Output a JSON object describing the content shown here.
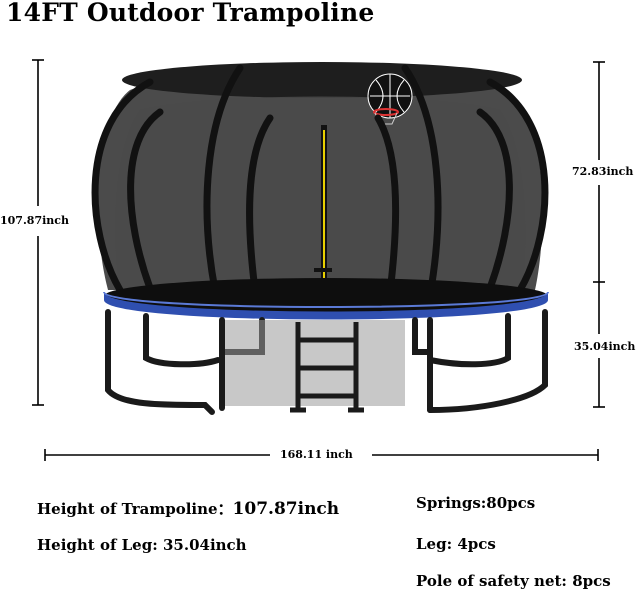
{
  "title": "14FT Outdoor Trampoline",
  "dimensions": {
    "total_height": "107.87inch",
    "net_height": "72.83inch",
    "leg_height": "35.04inch",
    "diameter": "168.11 inch"
  },
  "specs": {
    "height_trampoline_label": "Height of Trampoline：",
    "height_trampoline_value": "107.87inch",
    "height_leg": "Height of Leg: 35.04inch",
    "springs": "Springs:80pcs",
    "leg": "Leg: 4pcs",
    "pole": "Pole of safety net: 8pcs"
  },
  "colors": {
    "pad": "#2f4fb0",
    "frame": "#1a1a1a",
    "net": "#3a3a3a",
    "pole_accent": "#e8d000"
  }
}
